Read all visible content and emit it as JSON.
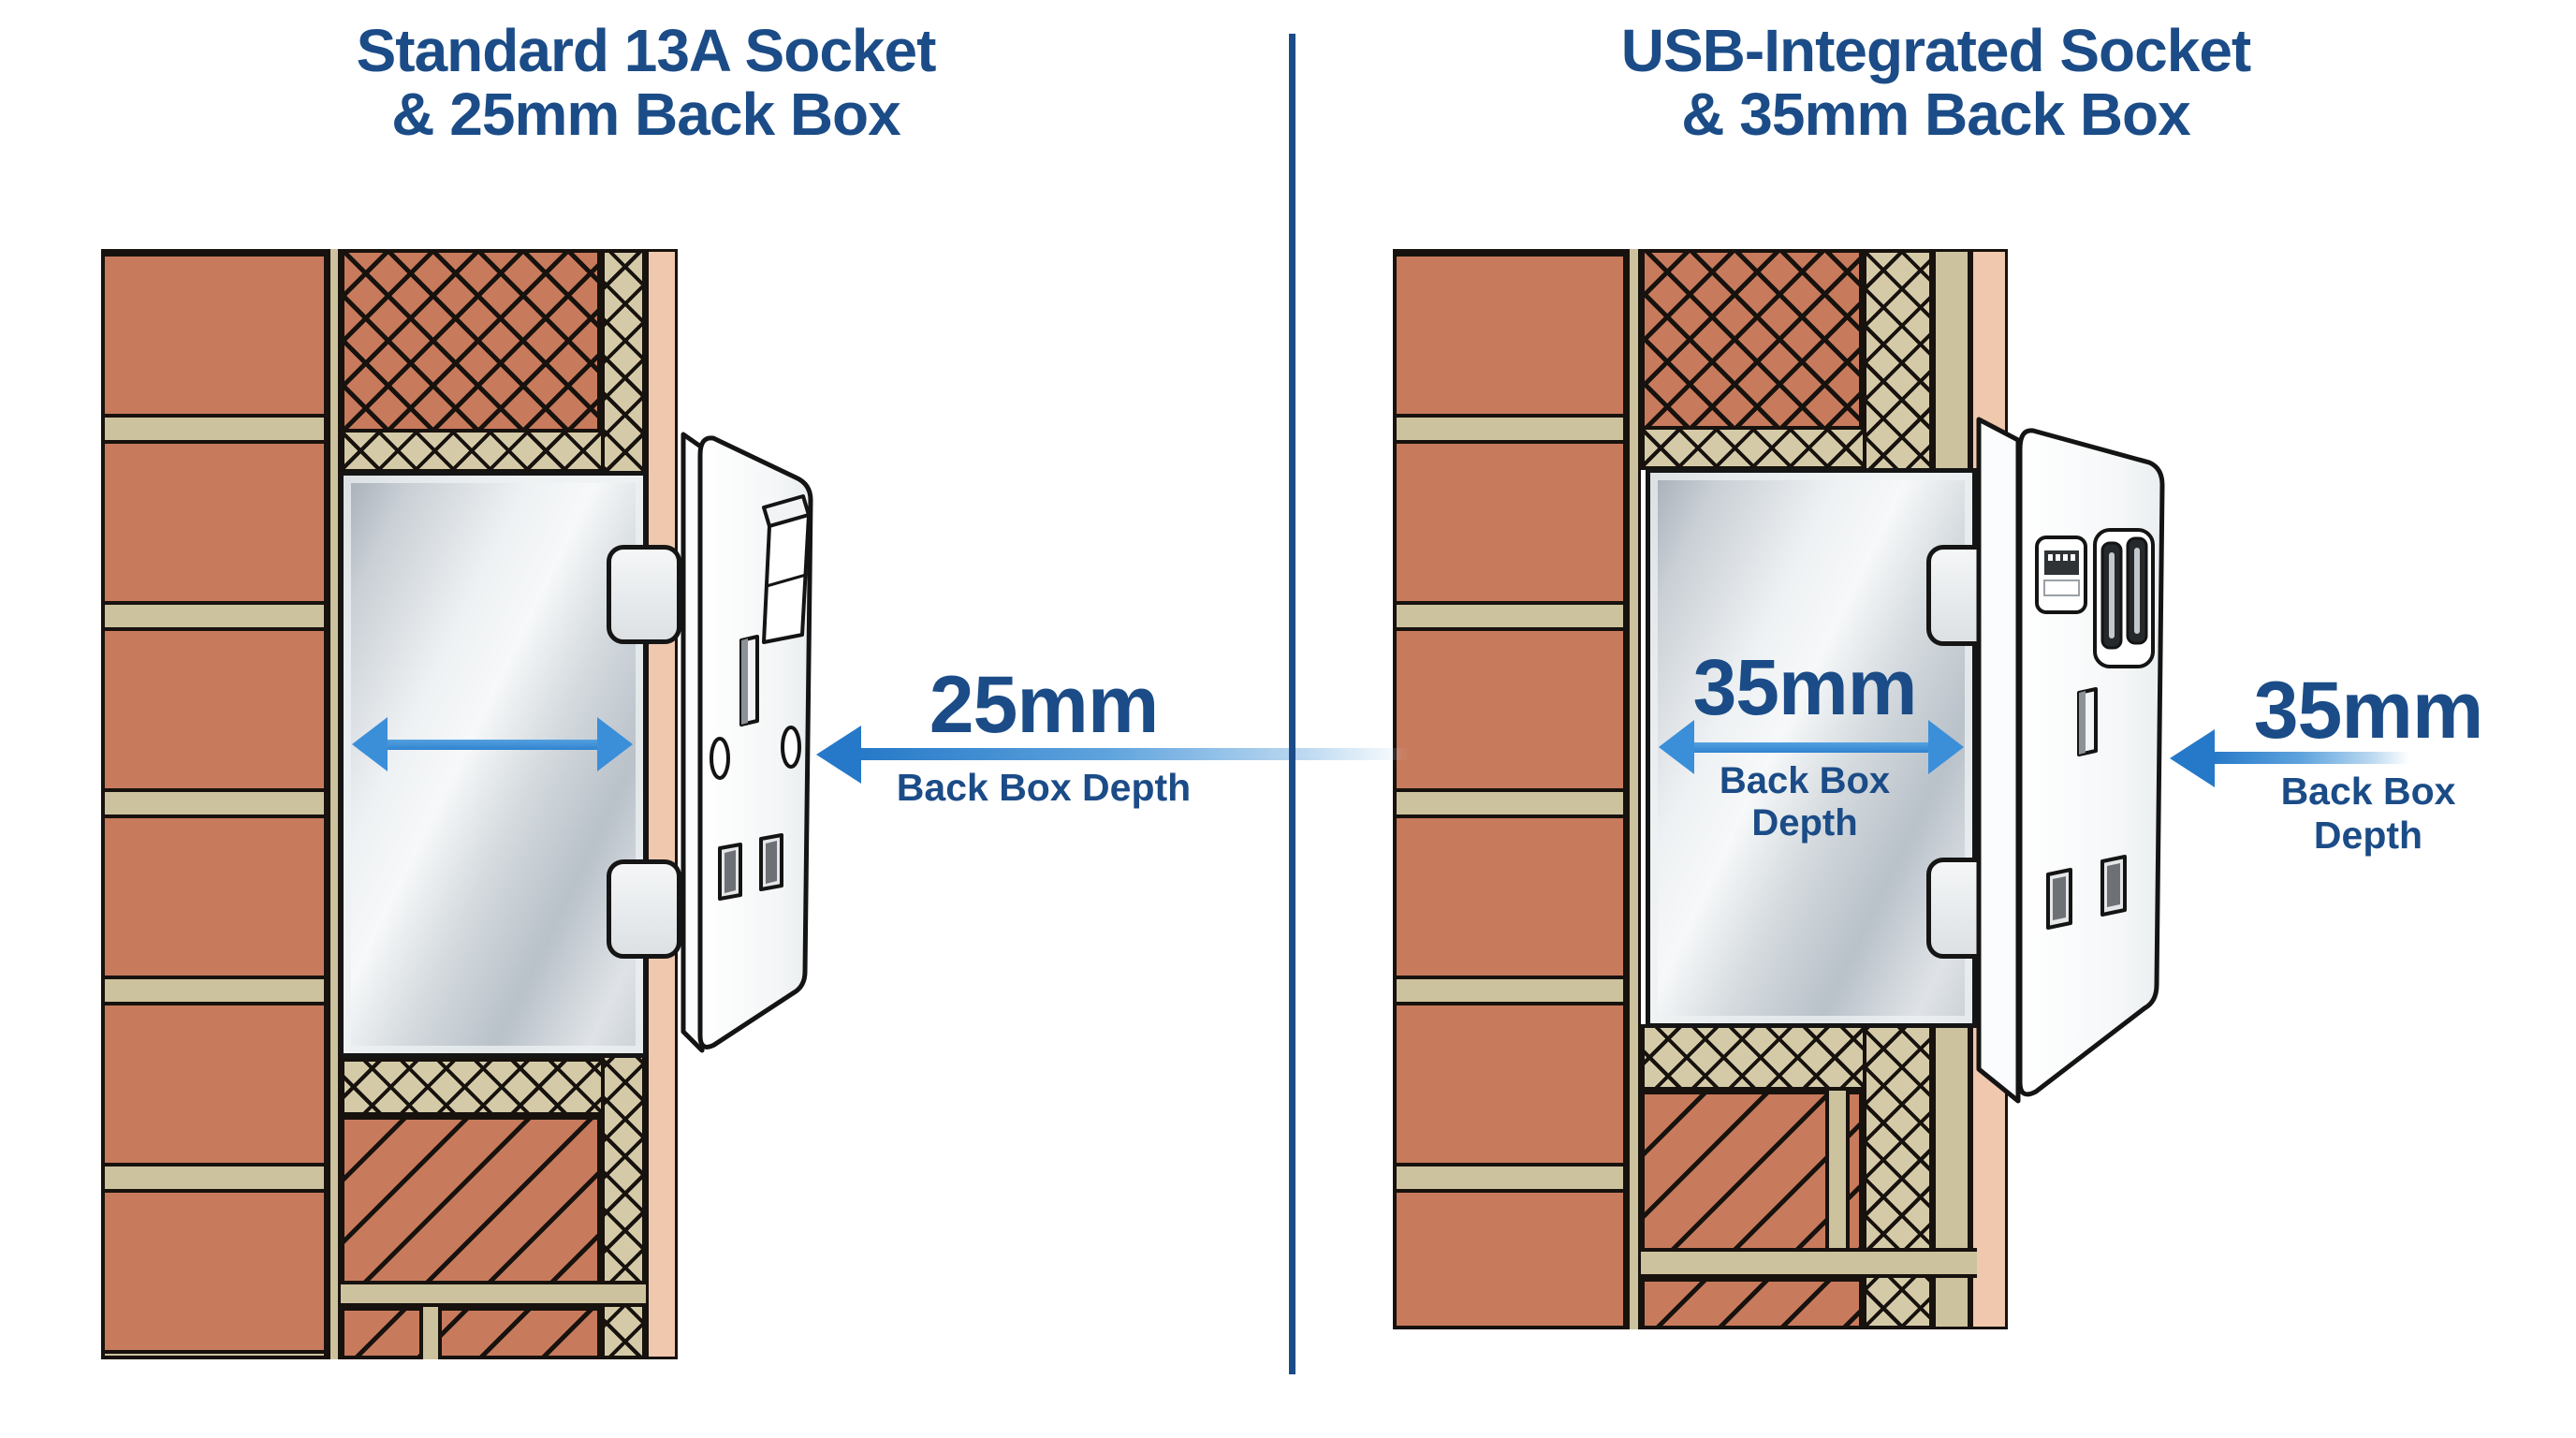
{
  "panels": {
    "left": {
      "title_line1": "Standard 13A Socket",
      "title_line2": "& 25mm Back Box",
      "depth_value": "25mm",
      "depth_caption": "Back Box Depth"
    },
    "right": {
      "title_line1": "USB-Integrated Socket",
      "title_line2": "& 35mm Back Box",
      "depth_value": "35mm",
      "depth_caption": "Back Box Depth",
      "inner_value": "35mm",
      "inner_caption": "Back Box Depth"
    }
  },
  "colors": {
    "title_navy": "#1b4c87",
    "arrow_blue": "#3b8fd9",
    "brick": "#c87a5c",
    "mortar": "#cdc29e",
    "insulation": "#d4caa7",
    "plaster": "#f0c8ae",
    "back_box_metal": "#dfe4e8",
    "outline": "#17120e"
  }
}
